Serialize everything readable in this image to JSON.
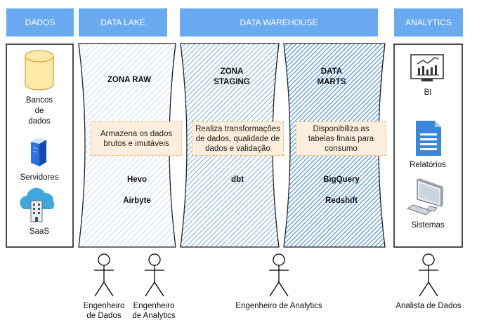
{
  "headers": {
    "dados": "DADOS",
    "data_lake": "DATA LAKE",
    "data_warehouse": "DATA WAREHOUSE",
    "analytics": "ANALYTICS"
  },
  "sources": {
    "databases": "Bancos\nde\ndados",
    "servers": "Servidores",
    "saas": "SaaS"
  },
  "zones": {
    "raw": {
      "title": "ZONA RAW",
      "description": "Armazena os dados brutos e imutáveis",
      "tools": [
        "Hevo",
        "Airbyte"
      ]
    },
    "staging": {
      "title": "ZONA\nSTAGING",
      "description": "Realiza transformações de dados, qualidade de dados e validação",
      "tools": [
        "dbt"
      ]
    },
    "marts": {
      "title": "DATA\nMARTS",
      "description": "Disponibiliza as tabelas finais para consumo",
      "tools": [
        "BigQuery",
        "Redshift"
      ]
    }
  },
  "outputs": {
    "bi": "BI",
    "reports": "Relatórios",
    "systems": "Sistemas"
  },
  "roles": {
    "data_engineer": "Engenheiro\nde Dados",
    "analytics_engineer_1": "Engenheiro\nde Analytics",
    "analytics_engineer_2": "Engenheiro de Analytics",
    "data_analyst": "Analista de Dados"
  },
  "colors": {
    "header": "#6aaaf0",
    "raw_hatch": "#cfe0f3",
    "staging_hatch": "#6fa6e6",
    "marts_hatch": "#2f7fdc",
    "note_fill": "#fdeede"
  }
}
